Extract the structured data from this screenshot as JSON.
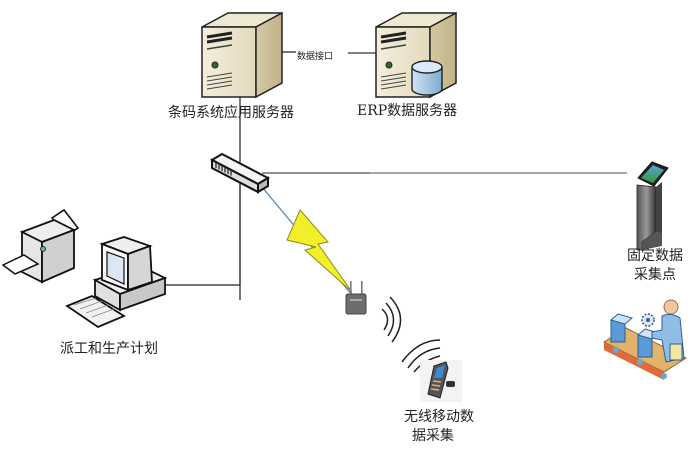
{
  "diagram": {
    "type": "network-topology",
    "nodes": [
      {
        "id": "app-server",
        "label": "条码系统应用服务器",
        "icon": "tower-server-icon"
      },
      {
        "id": "erp-server",
        "label": "ERP数据服务器",
        "icon": "database-server-icon"
      },
      {
        "id": "switch",
        "label": "",
        "icon": "network-switch-icon"
      },
      {
        "id": "workstation",
        "label": "派工和生产计划",
        "icon": "desktop-computer-icon"
      },
      {
        "id": "printer",
        "label": "",
        "icon": "printer-icon"
      },
      {
        "id": "kiosk",
        "label_lines": [
          "固定数据",
          "采集点"
        ],
        "icon": "kiosk-terminal-icon"
      },
      {
        "id": "production-line",
        "label": "",
        "icon": "assembly-line-worker-icon"
      },
      {
        "id": "access-point",
        "label": "",
        "icon": "wireless-access-point-icon"
      },
      {
        "id": "handheld",
        "label_lines": [
          "无线移动数",
          "据采集"
        ],
        "icon": "handheld-scanner-icon"
      }
    ],
    "edges": [
      {
        "from": "app-server",
        "to": "erp-server",
        "label": "数据接口",
        "style": "arrow"
      },
      {
        "from": "app-server",
        "to": "switch",
        "style": "line"
      },
      {
        "from": "switch",
        "to": "workstation",
        "style": "line"
      },
      {
        "from": "switch",
        "to": "kiosk",
        "style": "line"
      },
      {
        "from": "switch",
        "to": "access-point",
        "style": "wireless-lightning"
      },
      {
        "from": "access-point",
        "to": "handheld",
        "style": "radio-waves"
      }
    ]
  },
  "colors": {
    "line": "#222222",
    "line_gray": "#888888",
    "server_body": "#e9e1c8",
    "server_side": "#d8cda9",
    "lightning": "#f2ee2a",
    "lightning_stroke": "#8f8a1a",
    "wireless_link": "#5b86a8",
    "db_cylinder": "#a9c9e6"
  }
}
